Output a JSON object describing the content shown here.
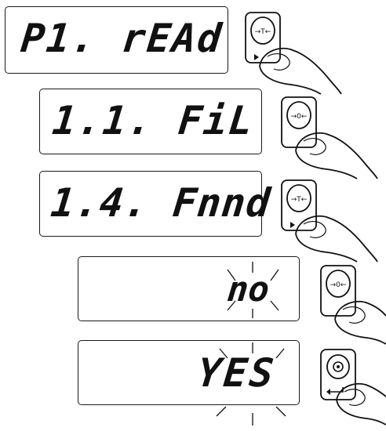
{
  "steps": [
    {
      "display_text": "P1. rEAd",
      "key": "tare",
      "key_label": "→T←",
      "blinking": false
    },
    {
      "display_text": "1.1. FiL",
      "key": "zero",
      "key_label": "→0←",
      "blinking": false
    },
    {
      "display_text": "1.4. Fnnd",
      "key": "tare",
      "key_label": "→T←",
      "blinking": false
    },
    {
      "display_text": "no",
      "key": "zero",
      "key_label": "→0←",
      "blinking": true
    },
    {
      "display_text": "YES",
      "key": "enter",
      "key_label": "",
      "blinking": true
    }
  ],
  "icons": {
    "tare_key": "tare-key-icon",
    "zero_key": "zero-key-icon",
    "enter_key": "enter-key-icon",
    "finger": "finger-icon",
    "blink": "blink-rays-icon"
  },
  "colors": {
    "ink": "#111111",
    "background": "#ffffff"
  }
}
